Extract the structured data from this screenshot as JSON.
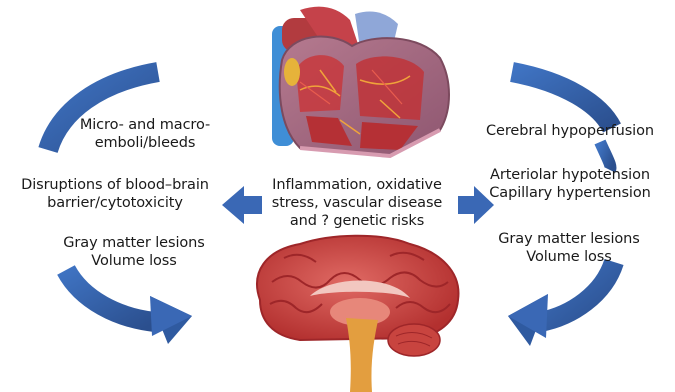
{
  "colors": {
    "arrow": "#3a68b5",
    "arrow_dark": "#2b4f8e",
    "heart_wall": "#a2697f",
    "heart_red": "#c62d32",
    "vessel_blue": "#3f8ed6",
    "brain": "#cf4745",
    "brain_dark": "#a8292b",
    "brainstem": "#e39e3f"
  },
  "center": {
    "lines": [
      "Inflammation, oxidative",
      "stress, vascular disease",
      "and ? genetic risks"
    ]
  },
  "left": {
    "item1": [
      "Micro- and macro-",
      "emboli/bleeds"
    ],
    "item2": [
      "Disruptions of blood–brain",
      "barrier/cytotoxicity"
    ],
    "item3": [
      "Gray matter lesions",
      "Volume loss"
    ]
  },
  "right": {
    "item1": [
      "Cerebral hypoperfusion"
    ],
    "item2": [
      "Arteriolar hypotension",
      "Capillary hypertension"
    ],
    "item3": [
      "Gray matter lesions",
      "Volume loss"
    ]
  },
  "icons": {
    "heart": "heart-illustration-icon",
    "brain": "brain-illustration-icon",
    "left_arc": "curved-arrow-left-icon",
    "right_arc": "curved-arrow-right-icon",
    "left_small": "arrow-left-icon",
    "right_small": "arrow-right-icon"
  }
}
